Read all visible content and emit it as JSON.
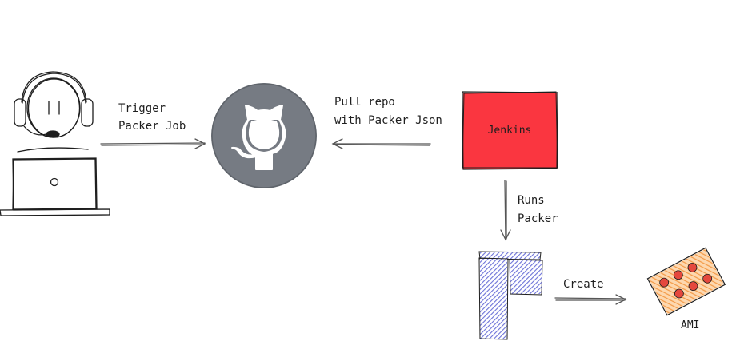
{
  "labels": {
    "trigger_line1": "Trigger",
    "trigger_line2": "Packer Job",
    "pull_line1": "Pull repo",
    "pull_line2": "with Packer Json",
    "jenkins": "Jenkins",
    "runs_line1": "Runs",
    "runs_line2": "Packer",
    "create": "Create",
    "ami": "AMI"
  },
  "colors": {
    "stroke": "#1e1e1e",
    "arrow": "#555555",
    "github_circle": "#767b83",
    "jenkins_fill": "#fa3640",
    "packer_fill": "#6c72d8",
    "ami_fill": "#f6a45a",
    "ami_dot": "#e5483d"
  },
  "icons": {
    "user": "support-agent-at-laptop-icon",
    "github": "github-octocat-icon",
    "packer": "packer-logo-icon",
    "ami": "ami-chip-icon"
  }
}
